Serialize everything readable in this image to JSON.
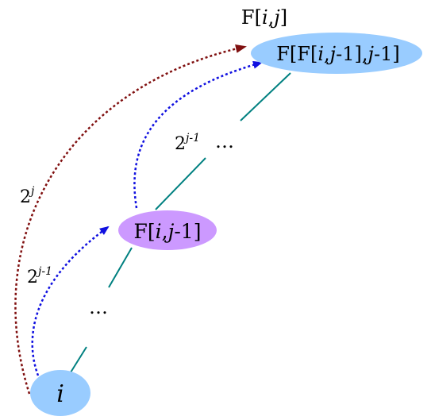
{
  "diagram": {
    "nodes": {
      "start": {
        "var": "i"
      },
      "mid": {
        "parts": [
          "F",
          "[",
          "i",
          ",",
          "j",
          "-1",
          "]"
        ],
        "color": "#CC99FF"
      },
      "top": {
        "parts": [
          "F",
          "[",
          "F",
          "[",
          "i",
          ",",
          "j",
          "-1",
          "]",
          ",",
          "j",
          "-1",
          "]"
        ],
        "color": "#99CCFF"
      }
    },
    "top_annotation": {
      "parts": [
        "F",
        "[",
        "i",
        ",",
        "j",
        "]"
      ]
    },
    "edge_labels": {
      "outer": {
        "base": "2",
        "exp": "j"
      },
      "inner_upper": {
        "base": "2",
        "exp": "j-1"
      },
      "inner_lower": {
        "base": "2",
        "exp": "j-1"
      }
    },
    "ellipsis": "…",
    "colors": {
      "teal_line": "#008080",
      "blue_arc": "#1010E0",
      "red_arc": "#801010"
    }
  }
}
